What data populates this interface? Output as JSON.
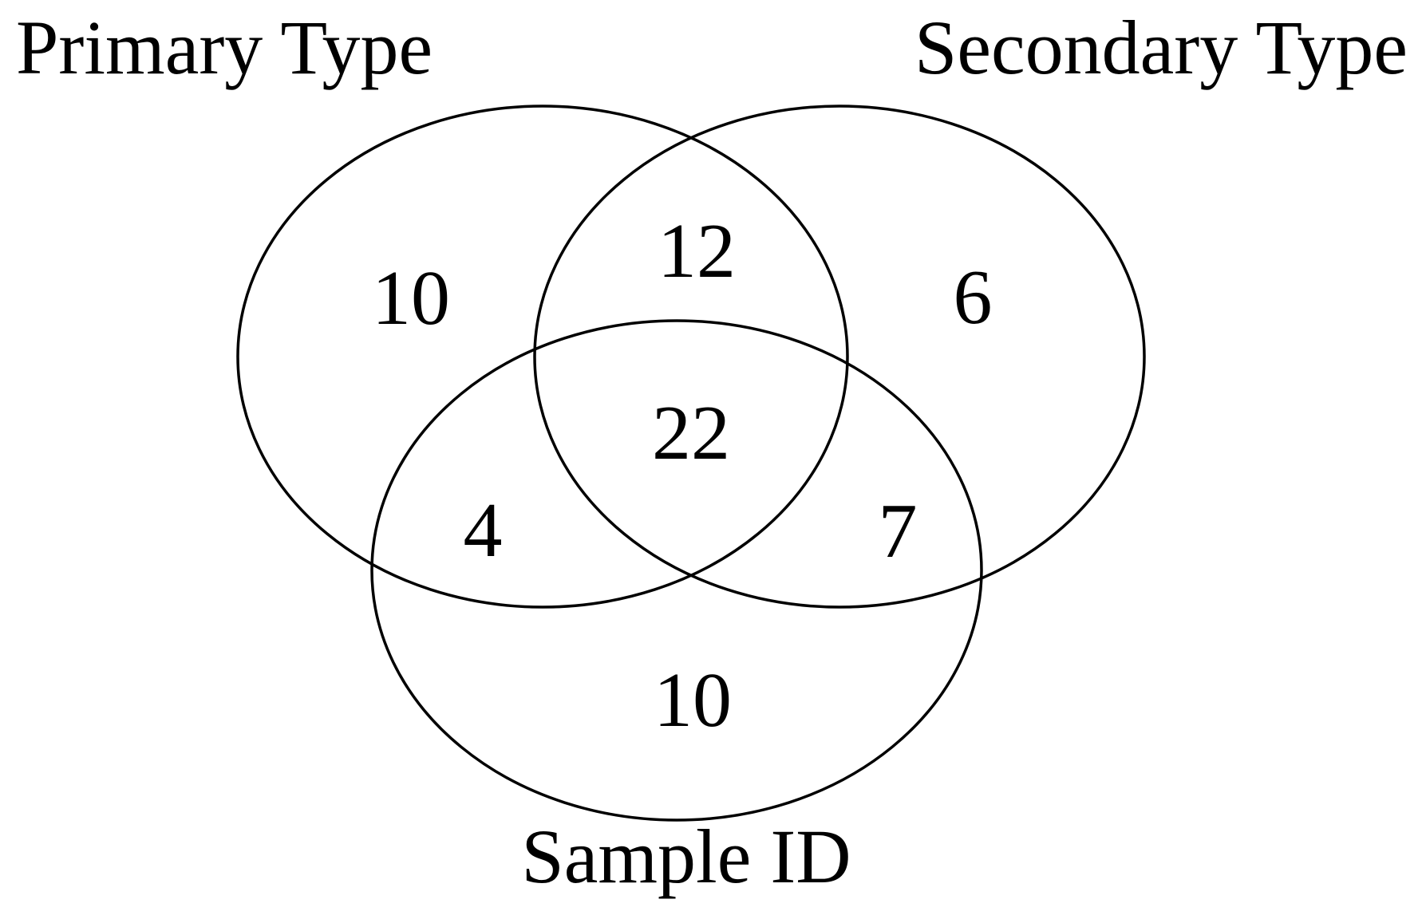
{
  "venn": {
    "type": "venn3",
    "labels": {
      "primary": "Primary Type",
      "secondary": "Secondary Type",
      "sample": "Sample ID"
    },
    "counts": {
      "primary_only": "10",
      "primary_and_secondary": "12",
      "secondary_only": "6",
      "all_three": "22",
      "primary_and_sample": "4",
      "secondary_and_sample": "7",
      "sample_only": "10"
    },
    "colors": {
      "stroke": "#000000",
      "text": "#000000",
      "background": "#ffffff"
    }
  }
}
